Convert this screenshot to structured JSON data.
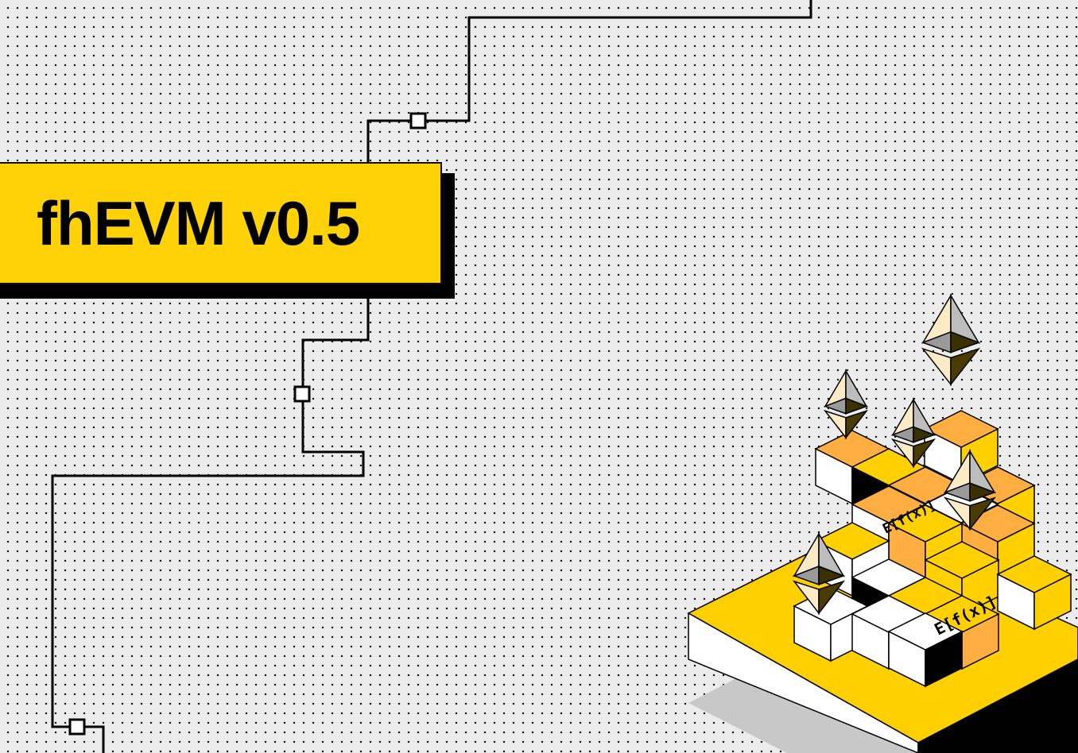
{
  "title": "fhEVM v0.5",
  "illustration": {
    "cube_label_top": "E[f(x)]",
    "cube_label_side": "E[f(x)]",
    "icons": [
      "ethereum-icon",
      "ethereum-icon",
      "ethereum-icon",
      "ethereum-icon",
      "ethereum-icon"
    ]
  },
  "colors": {
    "yellow": "#ffd208",
    "orange": "#ffae42",
    "black": "#000000",
    "background": "#ececec"
  }
}
